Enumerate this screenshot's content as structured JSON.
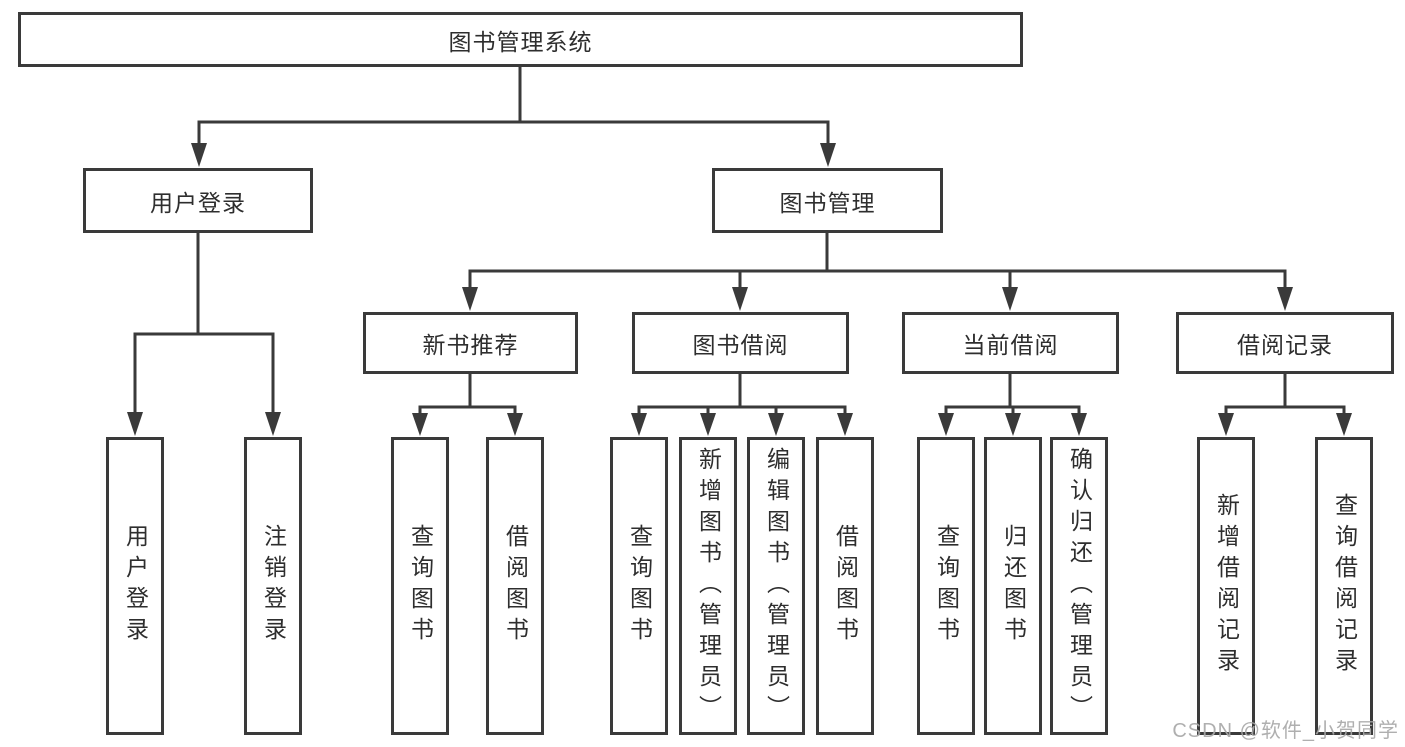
{
  "tree": {
    "label": "图书管理系统",
    "children": [
      {
        "label": "用户登录",
        "children": [
          {
            "label": "用户登录"
          },
          {
            "label": "注销登录"
          }
        ]
      },
      {
        "label": "图书管理",
        "children": [
          {
            "label": "新书推荐",
            "children": [
              {
                "label": "查询图书"
              },
              {
                "label": "借阅图书"
              }
            ]
          },
          {
            "label": "图书借阅",
            "children": [
              {
                "label": "查询图书"
              },
              {
                "label": "新增图书（管理员）"
              },
              {
                "label": "编辑图书（管理员）"
              },
              {
                "label": "借阅图书"
              }
            ]
          },
          {
            "label": "当前借阅",
            "children": [
              {
                "label": "查询图书"
              },
              {
                "label": "归还图书"
              },
              {
                "label": "确认归还（管理员）"
              }
            ]
          },
          {
            "label": "借阅记录",
            "children": [
              {
                "label": "新增借阅记录"
              },
              {
                "label": "查询借阅记录"
              }
            ]
          }
        ]
      }
    ]
  },
  "watermark": "CSDN @软件_小贺同学",
  "colors": {
    "line": "#3a3a3a",
    "text": "#2e2e2e",
    "watermark": "#a8a8a8",
    "background": "#ffffff"
  }
}
